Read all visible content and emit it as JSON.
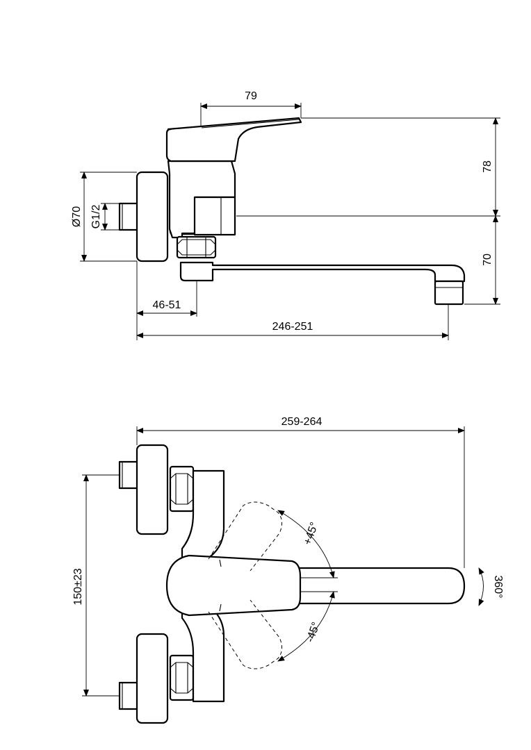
{
  "side_view": {
    "dimensions": {
      "handle_length": "79",
      "handle_height": "78",
      "spout_height": "70",
      "rosette_diameter": "Ø70",
      "thread": "G1/2",
      "spout_offset": "46-51",
      "projection": "246-251"
    }
  },
  "top_view": {
    "dimensions": {
      "overall_length": "259-264",
      "center_distance": "150±23",
      "angle_plus": "+45°",
      "angle_minus": "-45°",
      "swivel": "360°"
    }
  },
  "colors": {
    "line": "#000000",
    "background": "#ffffff"
  }
}
